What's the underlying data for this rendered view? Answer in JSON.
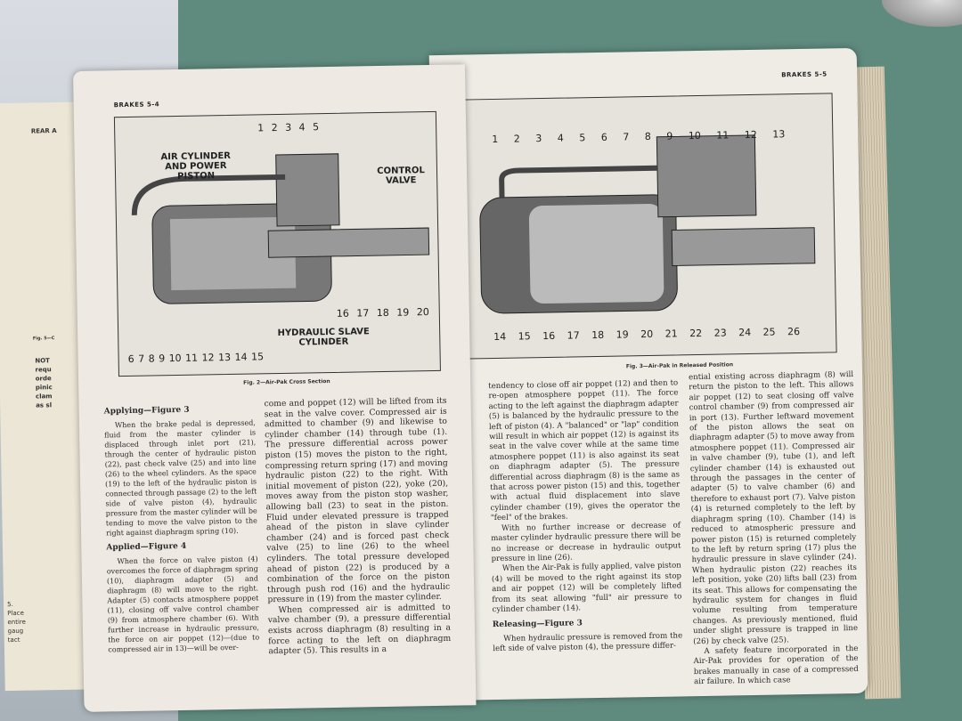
{
  "underlying_page": {
    "header": "REAR A",
    "fig_caption": "Fig. 5—C",
    "side_text": "NOT requ orde pinic clam as sl",
    "bottom_text": "5. Place entire gaug tact"
  },
  "left_page": {
    "header": "BRAKES 5-4",
    "figure": {
      "labels": {
        "air_cylinder": "AIR CYLINDER AND POWER PISTON",
        "control_valve": "CONTROL VALVE",
        "hydraulic": "HYDRAULIC SLAVE CYLINDER"
      },
      "top_numbers": "1 2 3 4 5",
      "right_numbers": "16 17 18 19 20",
      "bottom_numbers": "6 7 8 9 10 11 12 13 14 15",
      "caption": "Fig. 2—Air-Pak Cross Section"
    },
    "col1": {
      "h1": "Applying—Figure 3",
      "p1": "When the brake pedal is depressed, fluid from the master cylinder is displaced through inlet port (21), through the center of hydraulic piston (22), past check valve (25) and into line (26) to the wheel cylinders. As the space (19) to the left of the hydraulic piston is connected through passage (2) to the left side of valve piston (4), hydraulic pressure from the master cylinder will be tending to move the valve piston to the right against diaphragm spring (10).",
      "h2": "Applied—Figure 4",
      "p2": "When the force on valve piston (4) overcomes the force of diaphragm spring (10), diaphragm adapter (5) and diaphragm (8) will move to the right. Adapter (5) contacts atmosphere poppet (11), closing off valve control chamber (9) from atmosphere chamber (6). With further increase in hydraulic pressure, the force on air poppet (12)—(due to compressed air in 13)—will be over-"
    },
    "col2": {
      "p1": "come and poppet (12) will be lifted from its seat in the valve cover. Compressed air is admitted to chamber (9) and likewise to cylinder chamber (14) through tube (1). The pressure differential across power piston (15) moves the piston to the right, compressing return spring (17) and moving hydraulic piston (22) to the right. With initial movement of piston (22), yoke (20), moves away from the piston stop washer, allowing ball (23) to seat in the piston. Fluid under elevated pressure is trapped ahead of the piston in slave cylinder chamber (24) and is forced past check valve (25) to line (26) to the wheel cylinders. The total pressure developed ahead of piston (22) is produced by a combination of the force on the piston through push rod (16) and the hydraulic pressure in (19) from the master cylinder.",
      "p2": "When compressed air is admitted to valve chamber (9), a pressure differential exists across diaphragm (8) resulting in a force acting to the left on diaphragm adapter (5). This results in a"
    }
  },
  "right_page": {
    "header": "BRAKES 5-5",
    "figure": {
      "top_numbers": "1 2 3 4 5 6 7 8 9 10 11 12 13",
      "bottom_numbers": "14 15 16 17 18 19 20 21 22 23 24 25 26",
      "caption": "Fig. 3—Air-Pak in Released Position"
    },
    "col1": {
      "p1": "tendency to close off air poppet (12) and then to re-open atmosphere poppet (11). The force acting to the left against the diaphragm adapter (5) is balanced by the hydraulic pressure to the left of piston (4). A \"balanced\" or \"lap\" condition will result in which air poppet (12) is against its seat in the valve cover while at the same time atmosphere poppet (11) is also against its seat on diaphragm adapter (5). The pressure differential across diaphragm (8) is the same as that across power piston (15) and this, together with actual fluid displacement into slave cylinder chamber (19), gives the operator the \"feel\" of the brakes.",
      "p2": "With no further increase or decrease of master cylinder hydraulic pressure there will be no increase or decrease in hydraulic output pressure in line (26).",
      "p3": "When the Air-Pak is fully applied, valve piston (4) will be moved to the right against its stop and air poppet (12) will be completely lifted from its seat allowing \"full\" air pressure to cylinder chamber (14).",
      "h1": "Releasing—Figure 3",
      "p4": "When hydraulic pressure is removed from the left side of valve piston (4), the pressure differ-"
    },
    "col2": {
      "p1": "ential existing across diaphragm (8) will return the piston to the left. This allows air poppet (12) to seat closing off valve control chamber (9) from compressed air in port (13). Further leftward movement of the piston allows the seat on diaphragm adapter (5) to move away from atmosphere poppet (11). Compressed air in valve chamber (9), tube (1), and left cylinder chamber (14) is exhausted out through the passages in the center of adapter (5) to valve chamber (6) and therefore to exhaust port (7). Valve piston (4) is returned completely to the left by diaphragm spring (10). Chamber (14) is reduced to atmospheric pressure and power piston (15) is returned completely to the left by return spring (17) plus the hydraulic pressure in slave cylinder (24). When hydraulic piston (22) reaches its left position, yoke (20) lifts ball (23) from its seat. This allows for compensating the hydraulic system for changes in fluid volume resulting from temperature changes. As previously mentioned, fluid under slight pressure is trapped in line (26) by check valve (25).",
      "p2": "A safety feature incorporated in the Air-Pak provides for operation of the brakes manually in case of a compressed air failure. In which case"
    }
  }
}
